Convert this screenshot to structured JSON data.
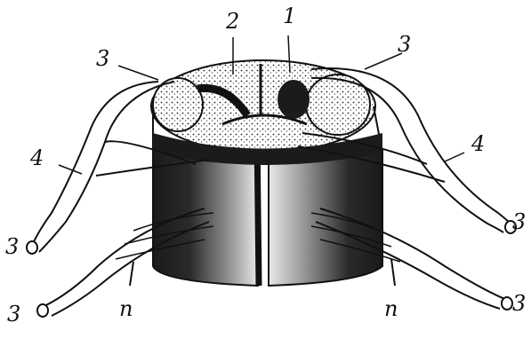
{
  "figure": {
    "labels": {
      "num_1": "1",
      "num_2": "2",
      "num_3_top_left": "3",
      "num_3_top_right": "3",
      "num_3_left_mid": "3",
      "num_3_left_bottom": "3",
      "num_3_right_mid": "3",
      "num_3_right_bottom": "3",
      "num_4_left": "4",
      "num_4_right": "4",
      "p_left": "п",
      "p_right": "п"
    },
    "colors": {
      "ink": "#111111",
      "paper": "#ffffff",
      "dark_fill": "#1b1b1b",
      "light_fill": "#f4f4f4"
    }
  }
}
